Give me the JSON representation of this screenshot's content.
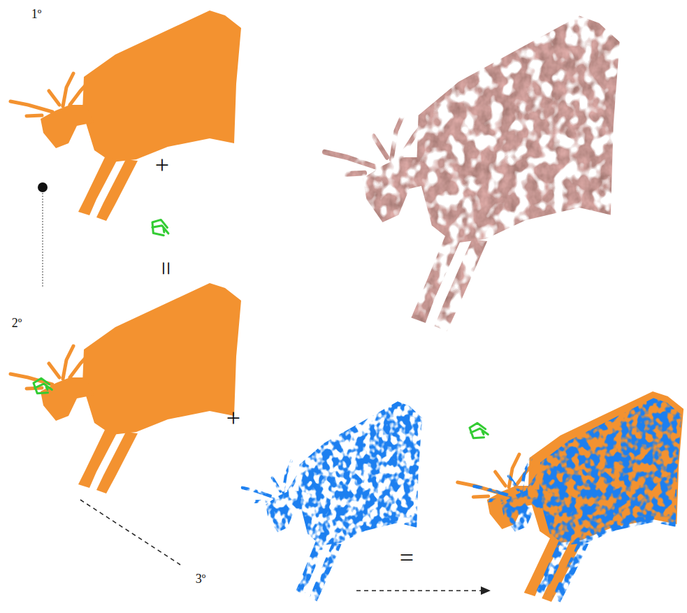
{
  "diagram": {
    "labels": [
      "1º",
      "+",
      "=",
      "2º",
      "+",
      "3º",
      "="
    ]
  }
}
